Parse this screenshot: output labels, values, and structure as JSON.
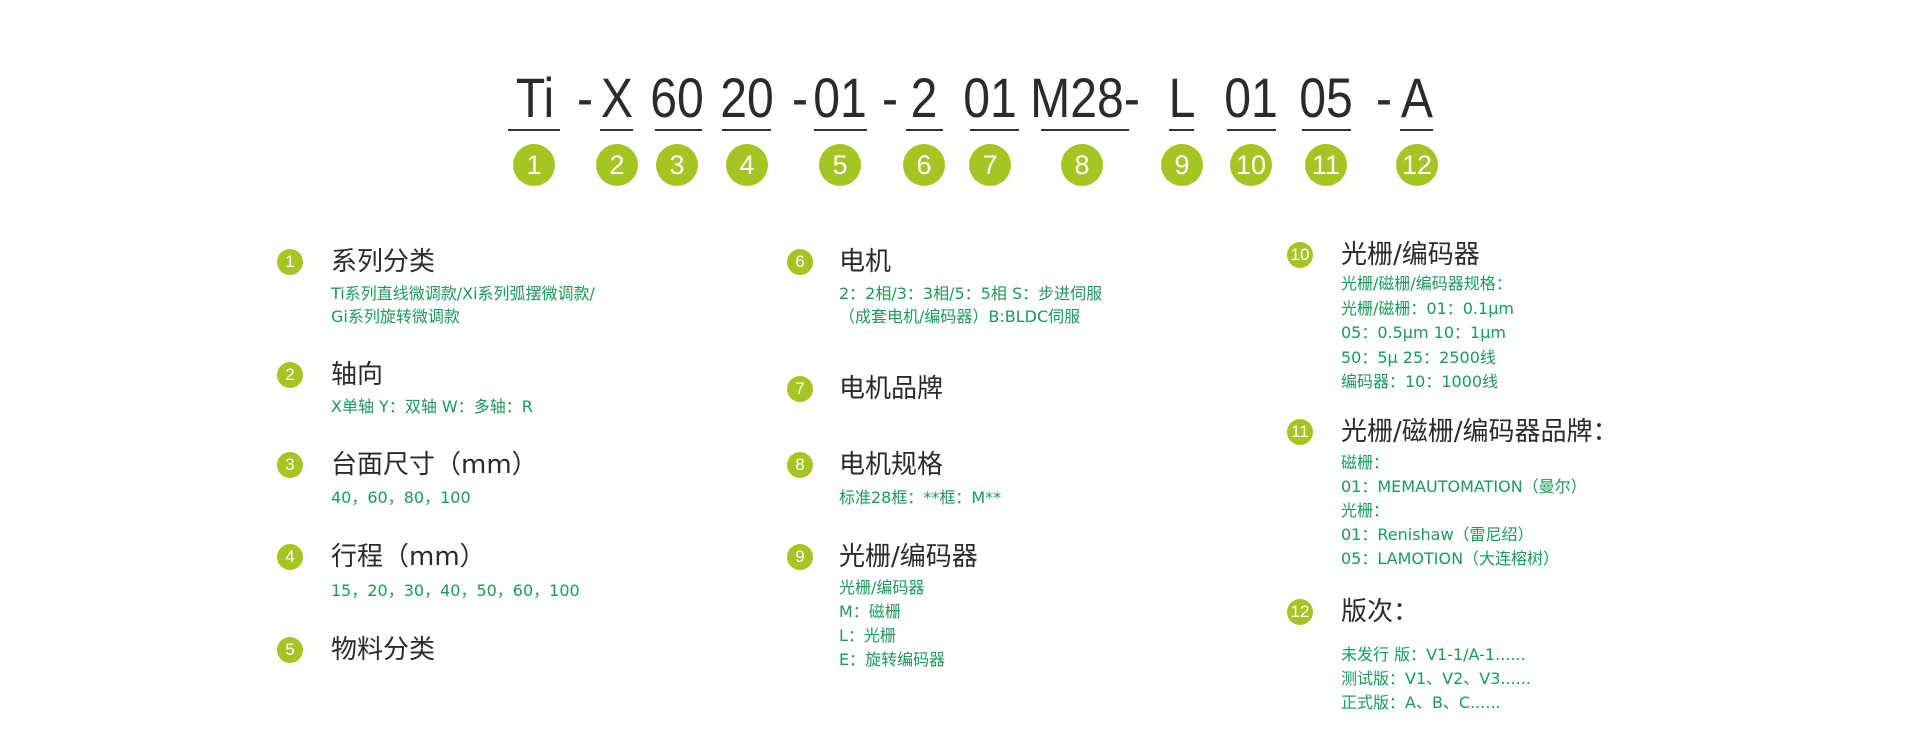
{
  "code": {
    "segments": [
      "Ti",
      "-",
      "X",
      "60",
      "20",
      "-",
      "01",
      "-",
      "2",
      "01",
      "M28-",
      "L",
      "01",
      "05",
      "-",
      "A"
    ],
    "numbers": [
      "1",
      "2",
      "3",
      "4",
      "5",
      "6",
      "7",
      "8",
      "9",
      "10",
      "11",
      "12"
    ]
  },
  "items": [
    {
      "num": "1",
      "title": "系列分类",
      "lines": [
        "Ti系列直线微调款/Xi系列弧摆微调款/",
        "Gi系列旋转微调款"
      ]
    },
    {
      "num": "2",
      "title": "轴向",
      "lines": [
        "X单轴 Y：双轴 W：多轴：R"
      ]
    },
    {
      "num": "3",
      "title": "台面尺寸（mm）",
      "lines": [
        "40，60，80，100"
      ]
    },
    {
      "num": "4",
      "title": "行程（mm）",
      "lines": [
        "15，20，30，40，50，60，100"
      ]
    },
    {
      "num": "5",
      "title": "物料分类",
      "lines": []
    },
    {
      "num": "6",
      "title": "电机",
      "lines": [
        "2：2相/3：3相/5：5相 S：步进伺服",
        "（成套电机/编码器）B:BLDC伺服"
      ]
    },
    {
      "num": "7",
      "title": "电机品牌",
      "lines": []
    },
    {
      "num": "8",
      "title": "电机规格",
      "lines": [
        "标准28框：**框：M**"
      ]
    },
    {
      "num": "9",
      "title": "光栅/编码器",
      "lines": [
        "光栅/编码器",
        "M：磁栅",
        "L：光栅",
        "E：旋转编码器"
      ]
    },
    {
      "num": "10",
      "title": "光栅/编码器",
      "lines": [
        "光栅/磁栅/编码器规格：",
        "光栅/磁栅：01：0.1μm",
        "05：0.5μm  10：1μm",
        "50：5μ 25：2500线",
        "编码器：10：1000线"
      ]
    },
    {
      "num": "11",
      "title": "光栅/磁栅/编码器品牌：",
      "lines": [
        "磁栅：",
        "01：MEMAUTOMATION（曼尔）",
        "光栅：",
        "01：Renishaw（雷尼绍）",
        "05：LAMOTION（大连榕树）"
      ]
    },
    {
      "num": "12",
      "title": "版次：",
      "lines": [
        "未发行 版：V1-1/A-1......",
        "测试版：V1、V2、V3......",
        "正式版：A、B、C......"
      ]
    }
  ],
  "colors": {
    "accent": "#a5c522",
    "sub_text": "#1b9a5a",
    "title_text": "#2b2b2b"
  }
}
